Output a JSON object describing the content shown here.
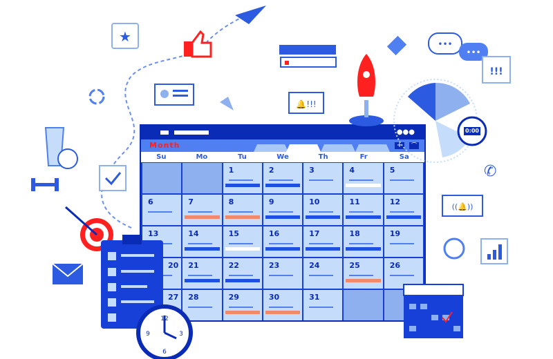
{
  "calendar": {
    "title": "Month",
    "weekdays": [
      "Su",
      "Mo",
      "Tu",
      "We",
      "Th",
      "Fr",
      "Sa"
    ],
    "days": [
      "",
      "",
      "1",
      "2",
      "3",
      "4",
      "5",
      "6",
      "7",
      "8",
      "9",
      "10",
      "11",
      "12",
      "13",
      "14",
      "15",
      "16",
      "17",
      "18",
      "19",
      "20",
      "21",
      "22",
      "23",
      "24",
      "25",
      "26",
      "27",
      "28",
      "29",
      "30",
      "31",
      "",
      ""
    ],
    "events": {
      "1": "blue",
      "2": "blue",
      "4": "white",
      "7": "orange",
      "8": "orange",
      "9": "blue",
      "10": "blue",
      "11": "blue",
      "12": "blue",
      "14": "blue",
      "15": "white",
      "16": "blue",
      "17": "blue",
      "18": "blue",
      "21": "blue",
      "22": "blue",
      "25": "orange",
      "29": "orange",
      "30": "orange"
    },
    "event_colors": {
      "blue": "#1d4fe0",
      "white": "#ffffff",
      "orange": "#f2896a"
    }
  },
  "stopwatch": {
    "time": "0:00"
  },
  "colors": {
    "primary": "#1740d8",
    "dark": "#0a2bb5",
    "light": "#c5dcfb",
    "accent": "#ff2020"
  }
}
